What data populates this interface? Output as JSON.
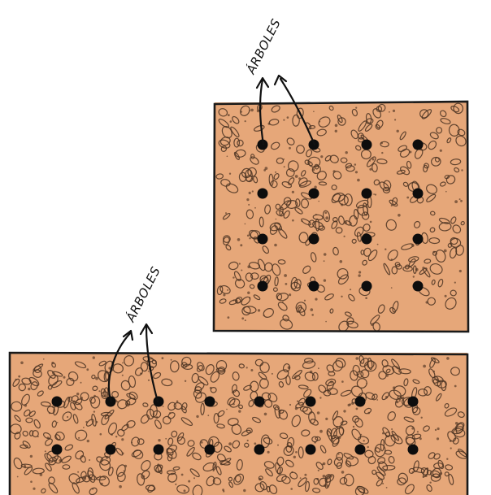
{
  "diagram": {
    "labels": {
      "top": "ÁRBOLES",
      "bottom": "ÁRBOLES"
    },
    "plots": [
      {
        "id": "square-plot",
        "rows": 4,
        "cols": 4
      },
      {
        "id": "rect-plot",
        "rows": 2,
        "cols": 8
      }
    ],
    "colors": {
      "soil": "#e6a779",
      "pebble_outline": "#4a3322",
      "tree_dot": "#0d0d0d",
      "border": "#1a1a1a"
    }
  }
}
